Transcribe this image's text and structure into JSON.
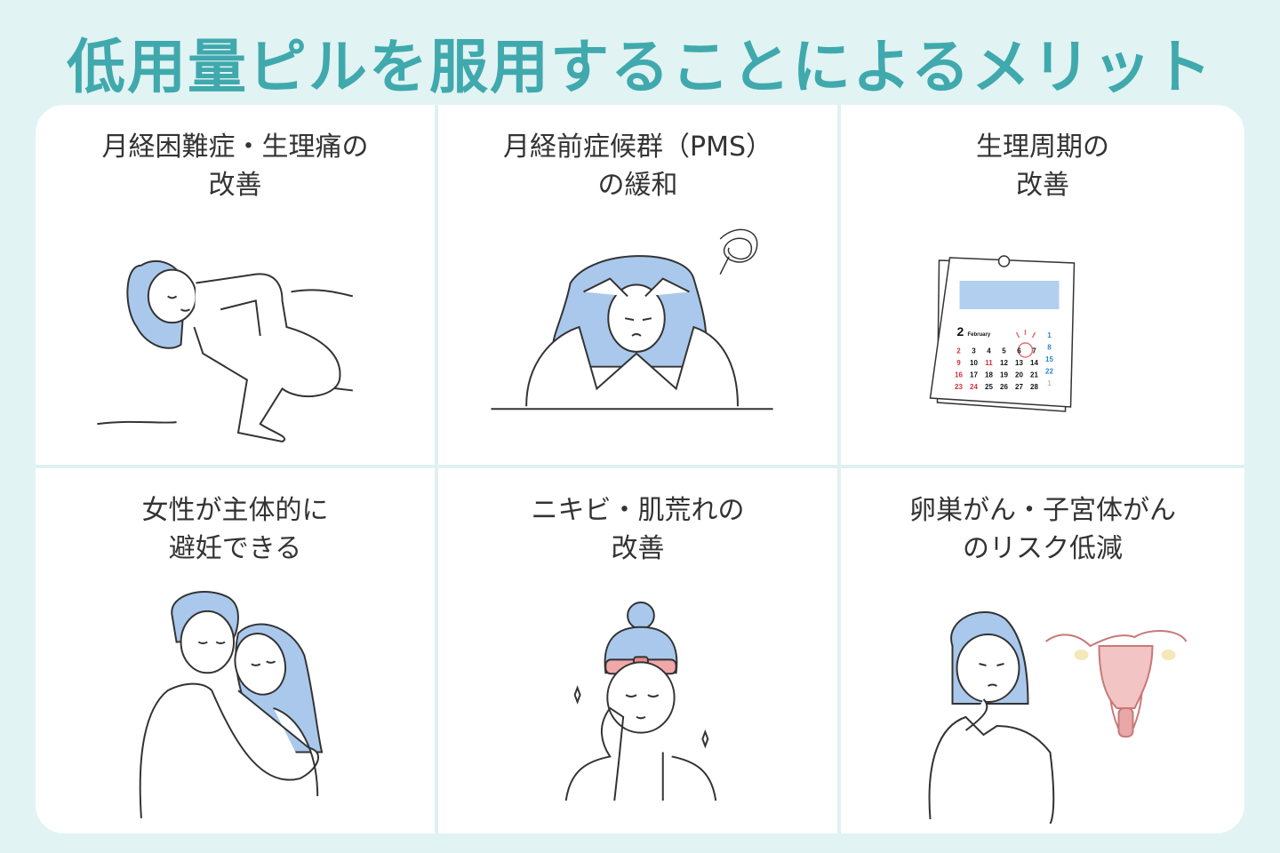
{
  "title": "低用量ピルを服用することによるメリット",
  "colors": {
    "accent": "#40a9ad",
    "background": "#e1f3f3",
    "hair": "#a9c8ec",
    "red": "#d0323c",
    "blue": "#2a86c8"
  },
  "benefits": [
    {
      "line1": "月経困難症・生理痛の",
      "line2": "改善",
      "icon": "woman-lying-pain-illustration"
    },
    {
      "line1": "月経前症候群（PMS）",
      "line2": "の緩和",
      "icon": "woman-headache-illustration"
    },
    {
      "line1": "生理周期の",
      "line2": "改善",
      "icon": "calendar-illustration"
    },
    {
      "line1": "女性が主体的に",
      "line2": "避妊できる",
      "icon": "couple-embrace-illustration"
    },
    {
      "line1": "ニキビ・肌荒れの",
      "line2": "改善",
      "icon": "woman-skin-illustration"
    },
    {
      "line1": "卵巣がん・子宮体がん",
      "line2": "のリスク低減",
      "icon": "woman-uterus-illustration"
    }
  ],
  "calendar": {
    "month_number": "2",
    "month_name": "February",
    "rows": [
      [
        "",
        "",
        "",
        "",
        "",
        "",
        "1"
      ],
      [
        "2",
        "3",
        "4",
        "5",
        "6",
        "7",
        "8"
      ],
      [
        "9",
        "10",
        "11",
        "12",
        "13",
        "14",
        "15"
      ],
      [
        "16",
        "17",
        "18",
        "19",
        "20",
        "21",
        "22"
      ],
      [
        "23",
        "24",
        "25",
        "26",
        "27",
        "28",
        "1"
      ]
    ],
    "highlighted_day": "6"
  }
}
